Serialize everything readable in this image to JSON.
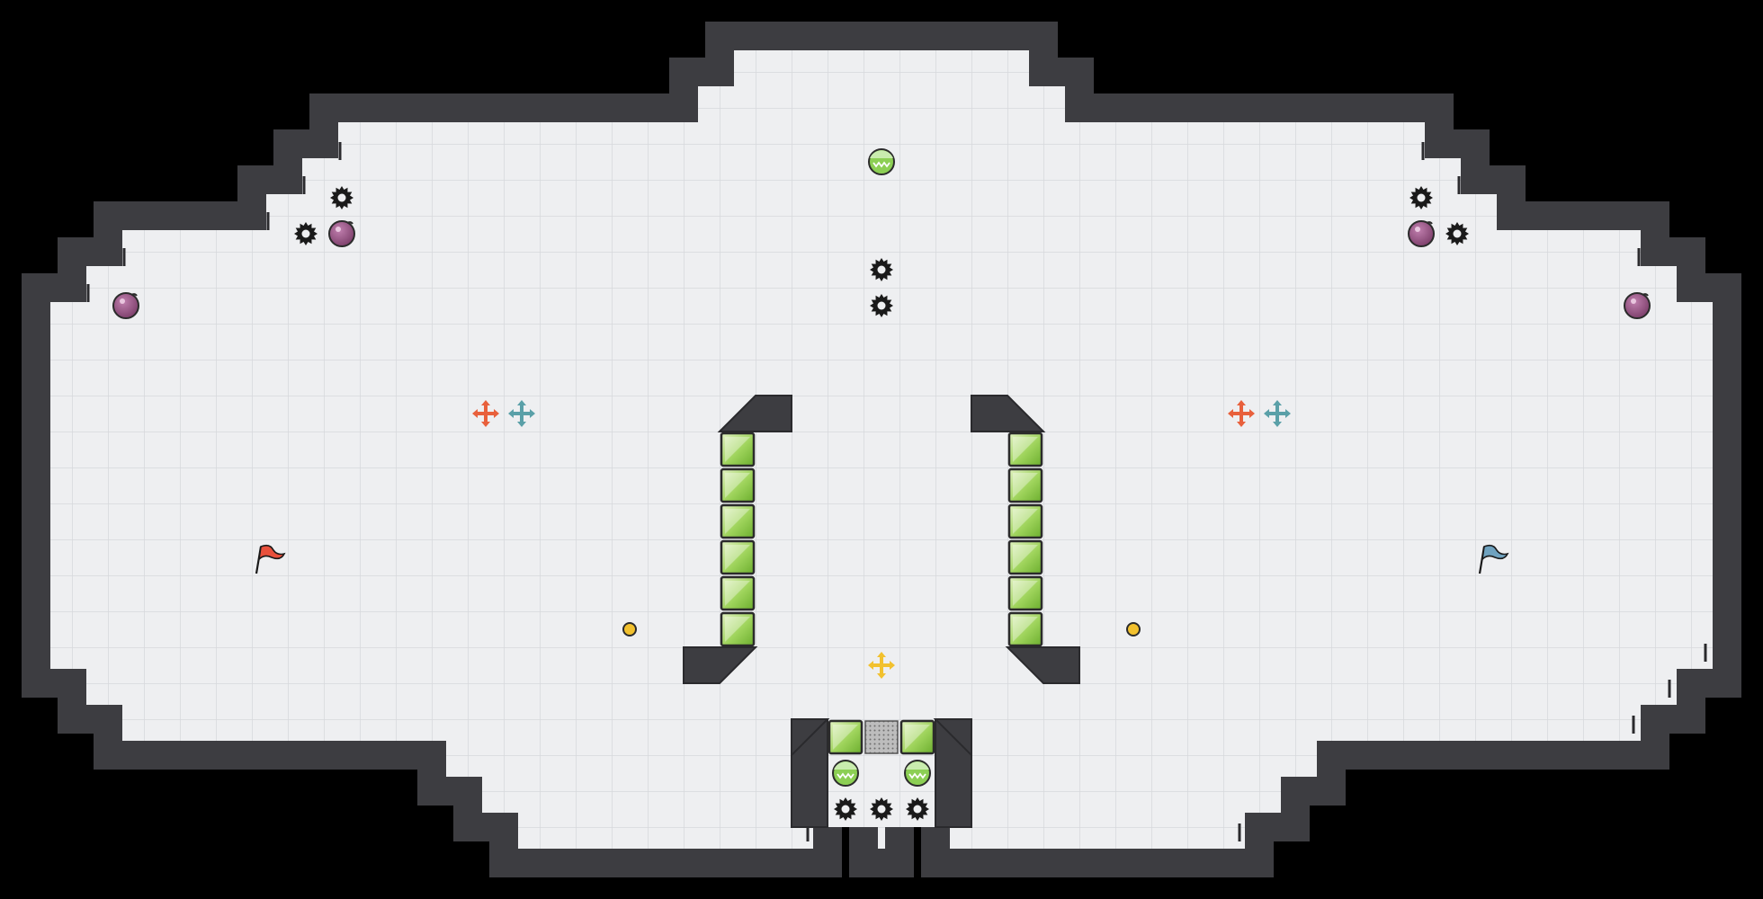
{
  "level": {
    "theme": {
      "background": "#000000",
      "floor": "#eeeff1",
      "grid_line": "#d8dade",
      "wall": "#3d3d41",
      "wall_edge": "#2a2a2d",
      "crate_light": "#cfeaa0",
      "crate_dark": "#7fbf3a",
      "orb_purple": "#8b4c7a",
      "orb_green": "#7dbf4a",
      "team_red": "#e8603c",
      "team_blue": "#5aa0a8",
      "powerup_yellow": "#f2c12e",
      "coin": "#f2c12e",
      "spike": "#1a1a1a",
      "gate": "#999999"
    },
    "items": [
      {
        "kind": "spike-mine",
        "name": "spike-mine"
      },
      {
        "kind": "purple-orb",
        "name": "purple-orb"
      },
      {
        "kind": "green-striped-orb",
        "name": "green-orb"
      },
      {
        "kind": "green-crate",
        "name": "green-crate"
      },
      {
        "kind": "red-flag",
        "name": "red-team-flag"
      },
      {
        "kind": "blue-flag",
        "name": "blue-team-flag"
      },
      {
        "kind": "orange-spawn-arrows",
        "name": "red-spawn-marker"
      },
      {
        "kind": "teal-spawn-arrows",
        "name": "blue-spawn-marker"
      },
      {
        "kind": "yellow-powerup-arrows",
        "name": "center-powerup"
      },
      {
        "kind": "gold-coin",
        "name": "gold-coin"
      },
      {
        "kind": "metal-grate",
        "name": "grate-gate"
      }
    ]
  }
}
